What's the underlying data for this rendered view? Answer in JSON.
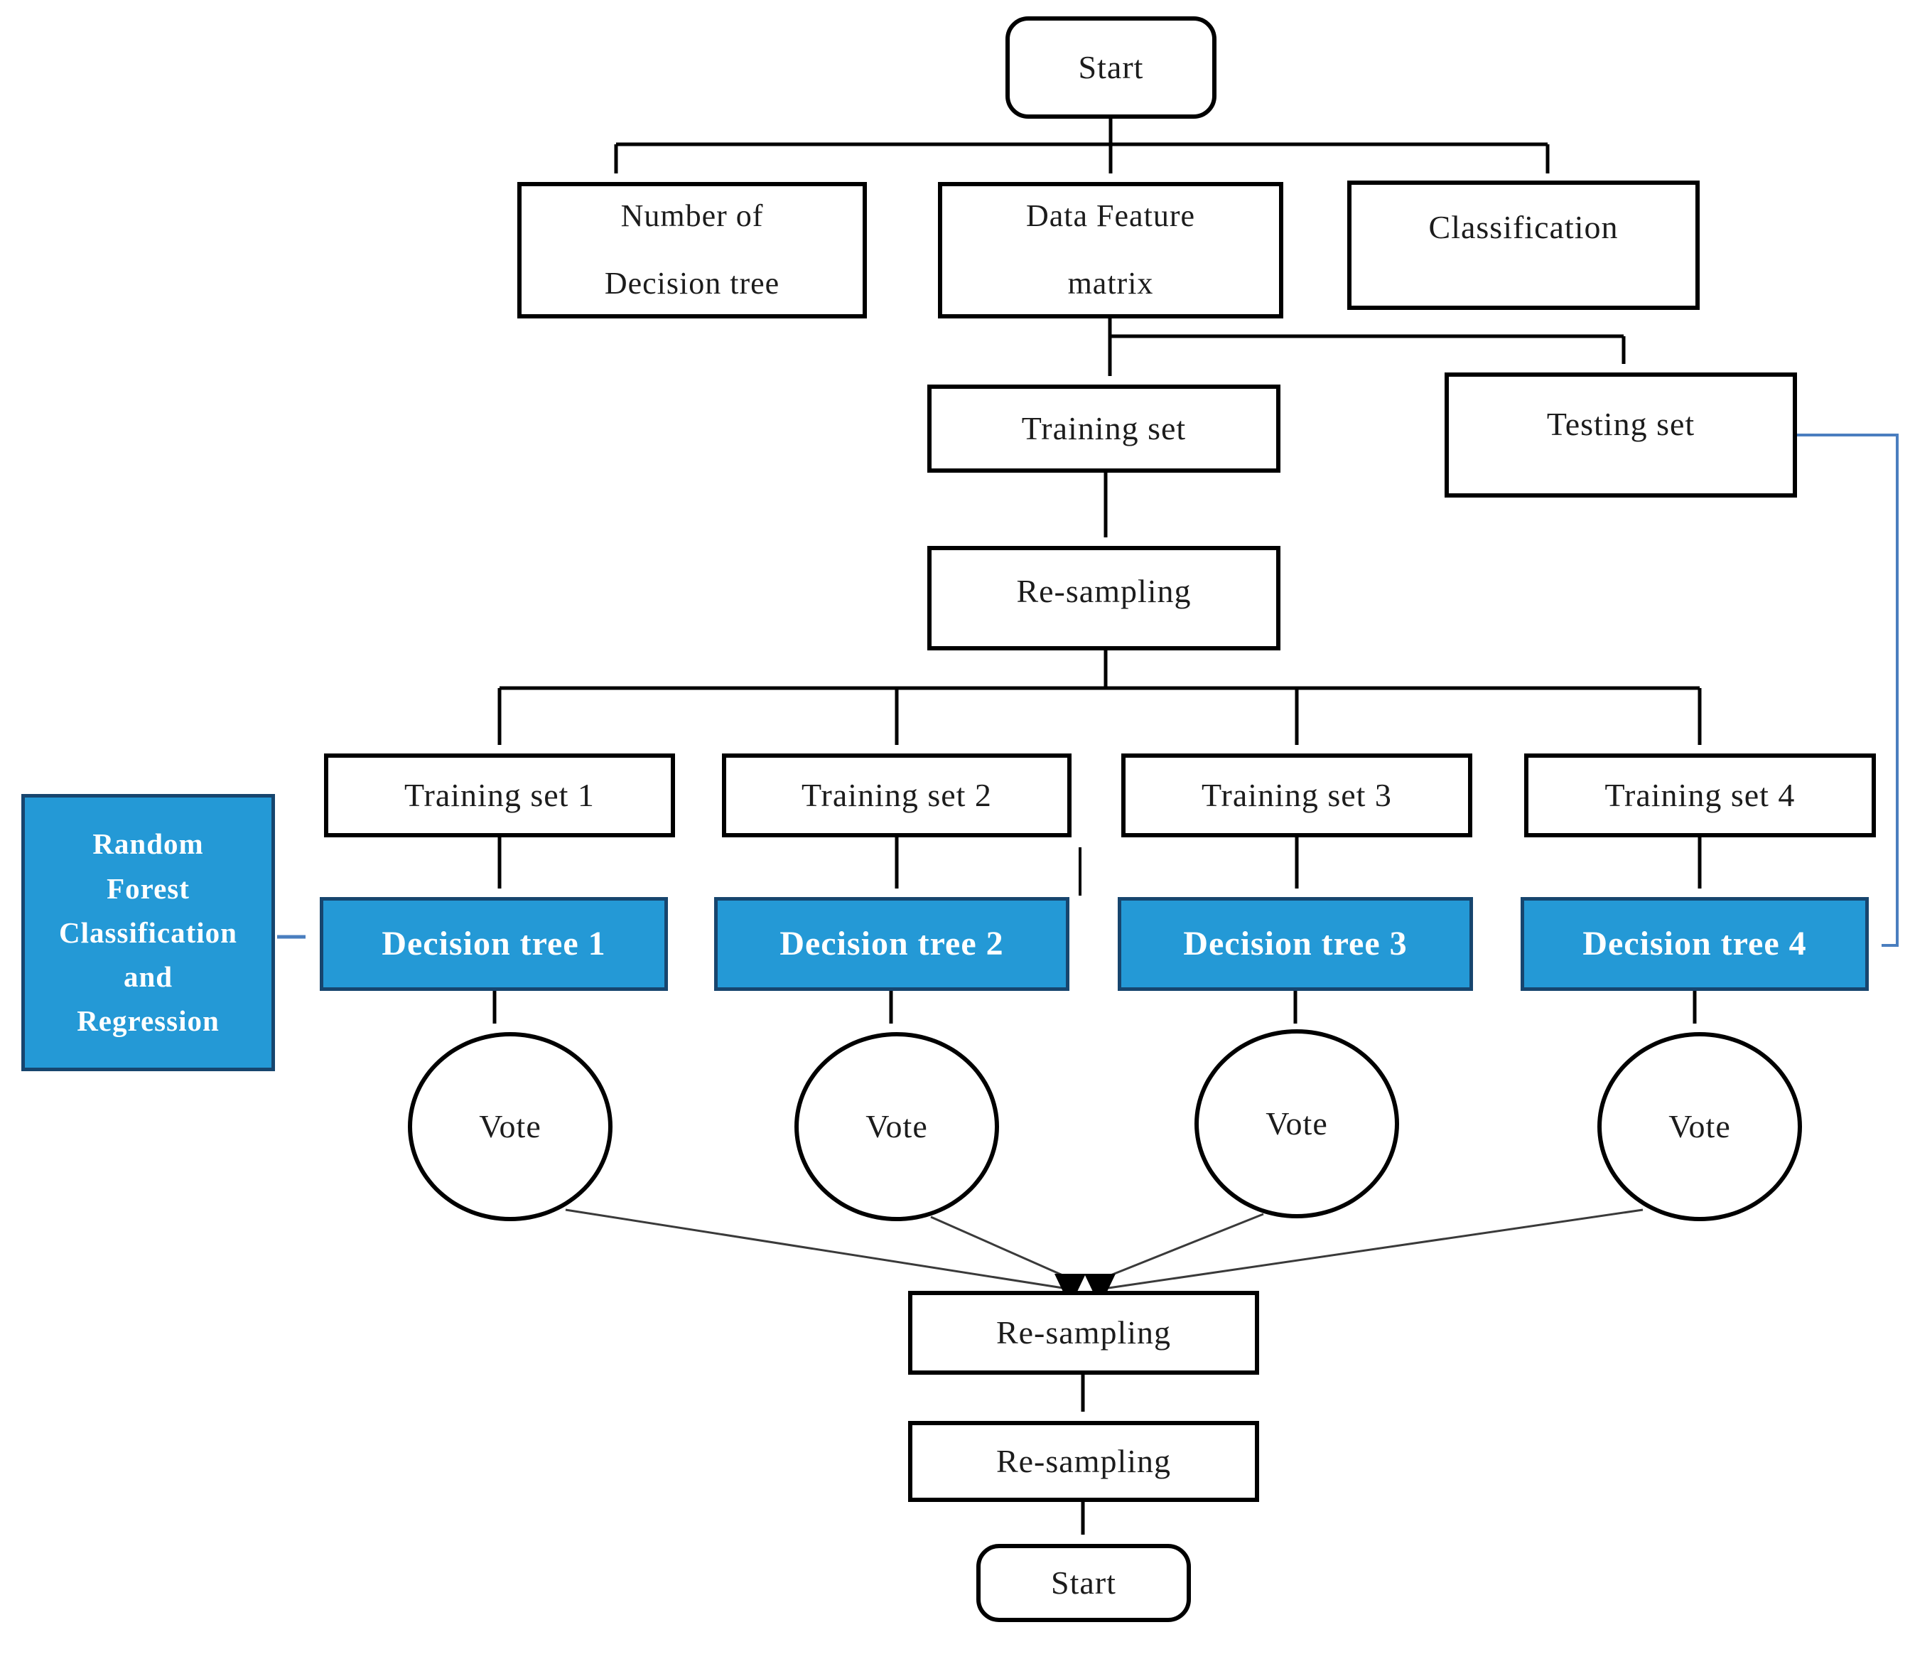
{
  "diagram": {
    "title": "Random Forest classification flowchart",
    "colors": {
      "box_fill": "#FFFFFF",
      "box_border": "#000000",
      "accent_blue_fill": "#2499D6",
      "accent_blue_border": "#17456E",
      "accent_text": "#FFFFFF",
      "connector_black": "#000000",
      "connector_blue": "#4A7EBF"
    },
    "nodes": {
      "start_top": "Start",
      "number_of_trees": "Number of\nDecision tree",
      "data_feature_matrix": "Data Feature\nmatrix",
      "classification": "Classification",
      "training_set": "Training set",
      "testing_set": "Testing set",
      "resampling_top": "Re-sampling",
      "training_sets": [
        "Training set 1",
        "Training set 2",
        "Training set 3",
        "Training set 4"
      ],
      "decision_trees": [
        "Decision tree 1",
        "Decision tree 2",
        "Decision tree 3",
        "Decision tree 4"
      ],
      "votes": [
        "Vote",
        "Vote",
        "Vote",
        "Vote"
      ],
      "random_forest_box": "Random\nForest\nClassification\nand\nRegression",
      "resampling_mid": "Re-sampling",
      "resampling_bottom": "Re-sampling",
      "start_bottom": "Start"
    }
  }
}
